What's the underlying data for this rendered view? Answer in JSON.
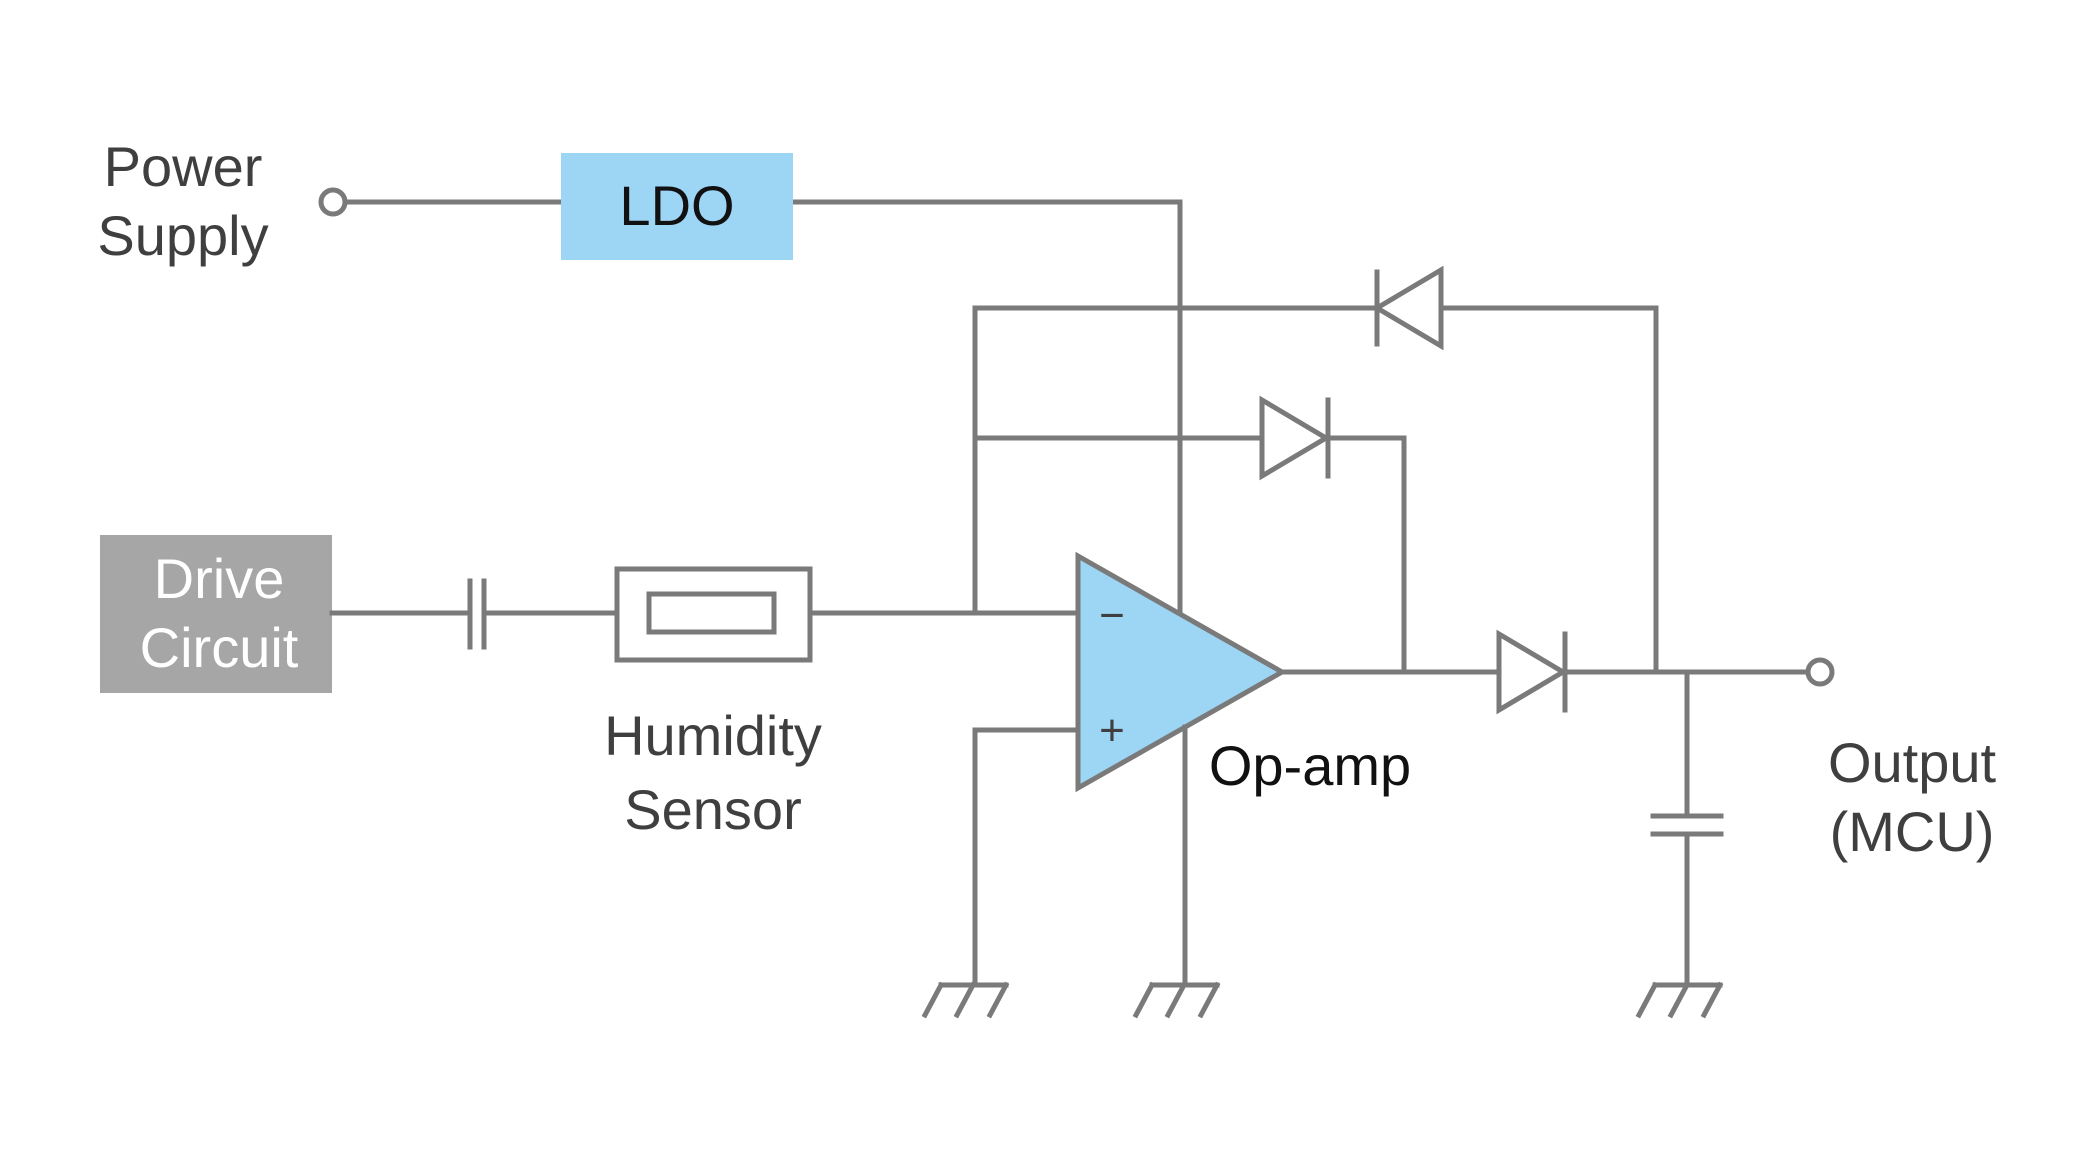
{
  "labels": {
    "power_supply": [
      "Power",
      "Supply"
    ],
    "ldo": "LDO",
    "drive_circuit": [
      "Drive",
      "Circuit"
    ],
    "humidity_sensor": [
      "Humidity",
      "Sensor"
    ],
    "opamp_name": "Op-amp",
    "opamp_minus": "−",
    "opamp_plus": "+",
    "output": [
      "Output",
      "(MCU)"
    ]
  },
  "colors": {
    "wire": "#7a7a7a",
    "ldo_fill": "#9dd5f5",
    "opamp_fill": "#9dd5f5",
    "drive_fill": "#a6a6a6",
    "text_dark": "#3f3f3f",
    "text_black": "#111111",
    "text_white": "#ffffff"
  }
}
